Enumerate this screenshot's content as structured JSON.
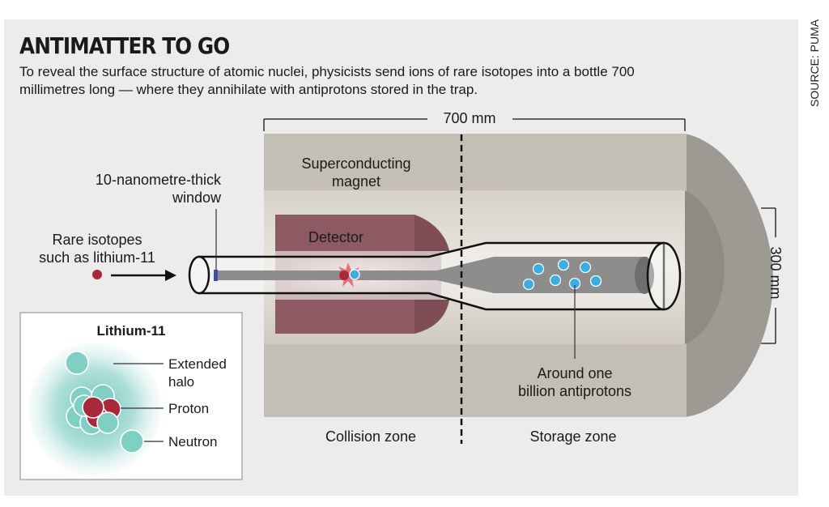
{
  "title": "ANTIMATTER TO GO",
  "subtitle": "To reveal the surface structure of atomic nuclei, physicists send ions of rare isotopes into a bottle 700 millimetres long — where they annihilate with antiprotons stored in the trap.",
  "source": "SOURCE: PUMA",
  "dimensions": {
    "length": "700 mm",
    "diameter": "300 mm"
  },
  "labels": {
    "magnet_line1": "Superconducting",
    "magnet_line2": "magnet",
    "window_line1": "10-nanometre-thick",
    "window_line2": "window",
    "isotopes_line1": "Rare isotopes",
    "isotopes_line2": "such as lithium-11",
    "detector": "Detector",
    "antiprotons_line1": "Around one",
    "antiprotons_line2": "billion antiprotons",
    "collision_zone": "Collision zone",
    "storage_zone": "Storage zone"
  },
  "inset": {
    "title": "Lithium-11",
    "halo_line1": "Extended",
    "halo_line2": "halo",
    "proton": "Proton",
    "neutron": "Neutron"
  },
  "colors": {
    "panel": "#ececec",
    "magnet": "#c4bfb5",
    "magnet_end": "#9d9993",
    "detector": "#8d5a63",
    "isotope": "#a8293a",
    "antiproton": "#3aaee0",
    "halo": "#5cbfb4",
    "neutron": "#7ecfc4",
    "proton": "#a8293a"
  }
}
